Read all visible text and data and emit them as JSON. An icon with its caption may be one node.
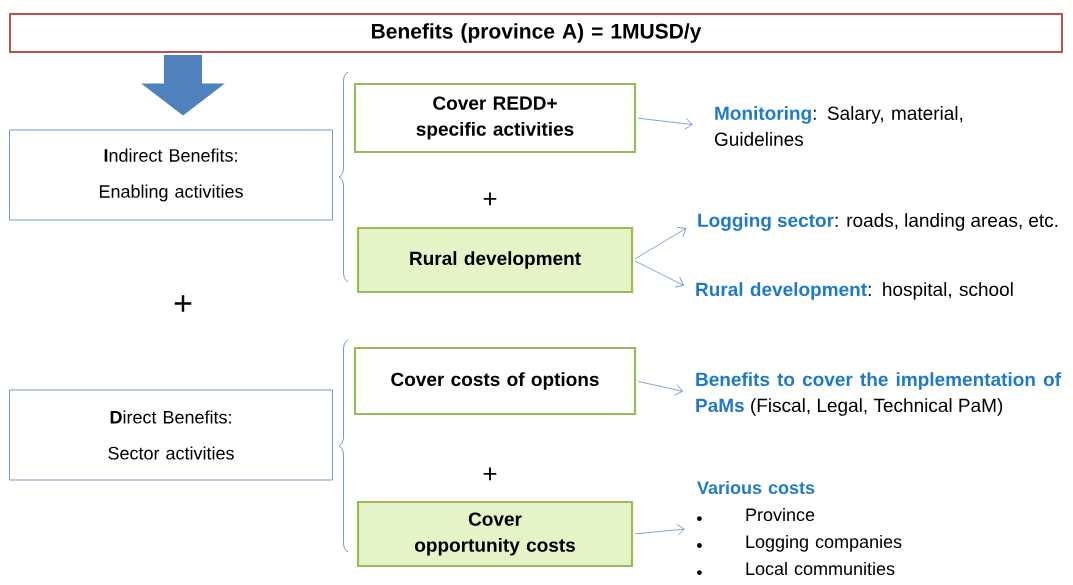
{
  "diagram": {
    "nodes": [
      {
        "text": [
          "Benefits (province  A) = 1MUSD/y"
        ]
      },
      {
        "text": [
          "**I**ndirect Benefits:",
          "Enabling activities"
        ]
      },
      {
        "text": [
          "Cover REDD+ specific activities"
        ]
      },
      {
        "text": [
          "Rural development"
        ]
      },
      {
        "text": [
          "**Monitoring**:  Salary, material, Guidelines"
        ]
      },
      {
        "text": [
          "**Logging sector**: roads, landing areas, etc."
        ]
      },
      {
        "text": [
          "**Rural development**: hospital, school"
        ]
      },
      {
        "text": [
          "**D**irect Benefits:",
          "Sector activities"
        ]
      },
      {
        "text": [
          "Cover costs of options"
        ]
      },
      {
        "text": [
          "Cover opportunity costs"
        ]
      },
      {
        "text": [
          "**Benefits to cover the implementation of PaMs** (Fiscal, Legal, Technical PaM)"
        ]
      },
      {
        "text": [
          "Various costs",
          "Province",
          "Logging companies",
          "Local communities"
        ]
      }
    ],
    "edges": [
      {
        "from": 0,
        "to": 1,
        "arrow": "to",
        "style": "thick"
      },
      {
        "from": 2,
        "to": 4,
        "arrow": "to"
      },
      {
        "from": 3,
        "to": 5,
        "arrow": "to"
      },
      {
        "from": 3,
        "to": 6,
        "arrow": "to"
      },
      {
        "from": 8,
        "to": 10,
        "arrow": "to"
      },
      {
        "from": 9,
        "to": 11,
        "arrow": "to"
      }
    ],
    "labels": [
      "+",
      "+",
      "+"
    ]
  }
}
